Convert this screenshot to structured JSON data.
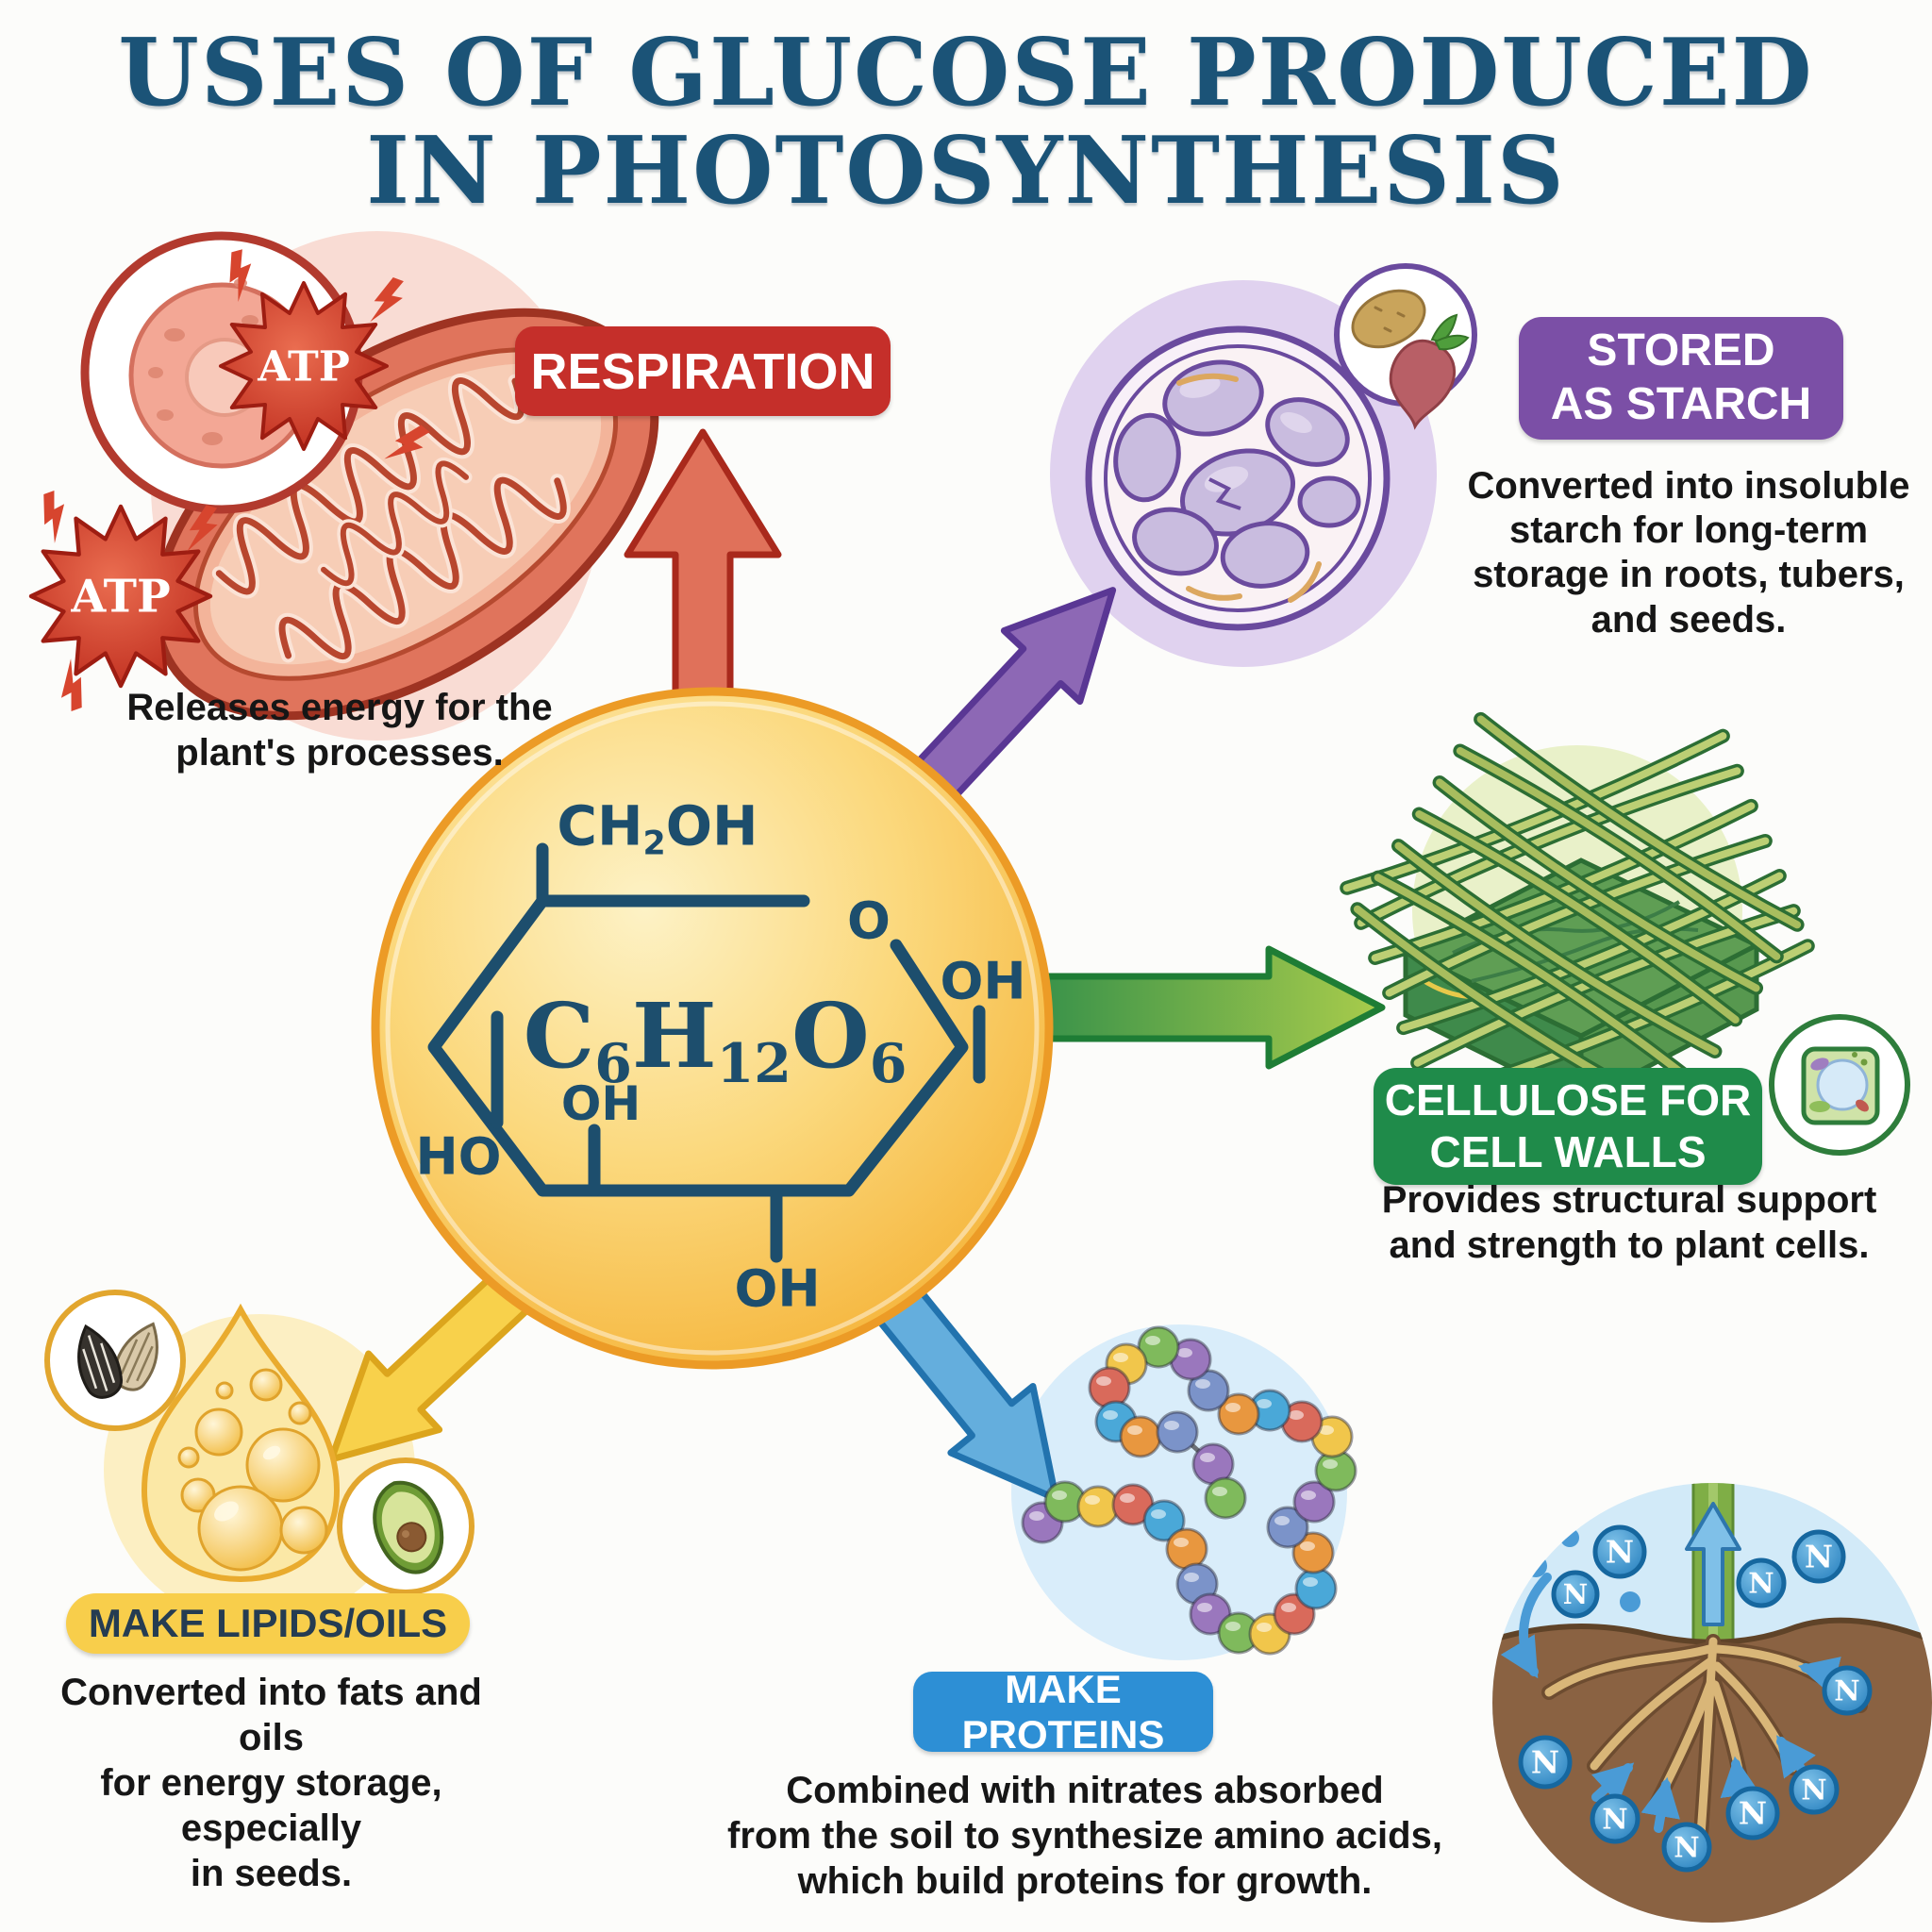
{
  "title": {
    "line1": "USES OF GLUCOSE PRODUCED",
    "line2": "IN PHOTOSYNTHESIS"
  },
  "colors": {
    "title": "#1b5377",
    "respiration_red": "#c52f2a",
    "starch_purple": "#7b4fa6",
    "cellulose_green": "#1f8b4a",
    "lipids_yellow": "#f8ce4b",
    "lipids_text": "#253c52",
    "proteins_blue": "#2d8fd5",
    "glucose_orange": "#f6b943",
    "structure_navy": "#1d4e6d",
    "nitrogen_blue": "#3d98d4",
    "bead_palette": [
      "#9a77bd",
      "#7fba5c",
      "#f1c64b",
      "#d96a5b",
      "#4aa8d8",
      "#e8973f",
      "#7b93c9"
    ]
  },
  "glucose": {
    "formula": {
      "c": "C",
      "c_sub": "6",
      "h": "H",
      "h_sub": "12",
      "o": "O",
      "o_sub": "6"
    },
    "top_group": {
      "main": "CH",
      "sub": "2",
      "tail": "OH"
    },
    "ring_oxygen": "O",
    "oh_right": "OH",
    "oh_middle": "OH",
    "ho_left": "HO",
    "oh_bottom": "OH"
  },
  "sections": {
    "respiration": {
      "badge_label": "RESPIRATION",
      "atp_label": "ATP",
      "caption_lines": [
        "Releases energy for the",
        "plant's processes."
      ]
    },
    "starch": {
      "badge_lines": [
        "STORED",
        "AS STARCH"
      ],
      "caption_lines": [
        "Converted into insoluble",
        "starch for long-term",
        "storage in roots, tubers,",
        "and seeds."
      ]
    },
    "cellulose": {
      "badge_lines": [
        "CELLULOSE FOR",
        "CELL WALLS"
      ],
      "caption_lines": [
        "Provides structural support",
        "and strength to plant cells."
      ]
    },
    "lipids": {
      "badge_label": "MAKE LIPIDS/OILS",
      "caption_lines": [
        "Converted into fats and oils",
        "for energy storage, especially",
        "in seeds."
      ]
    },
    "proteins": {
      "badge_label": "MAKE PROTEINS",
      "caption_lines": [
        "Combined with nitrates absorbed",
        "from the soil to synthesize amino acids,",
        "which build proteins for growth."
      ]
    },
    "nitrogen": {
      "symbol": "N"
    }
  }
}
